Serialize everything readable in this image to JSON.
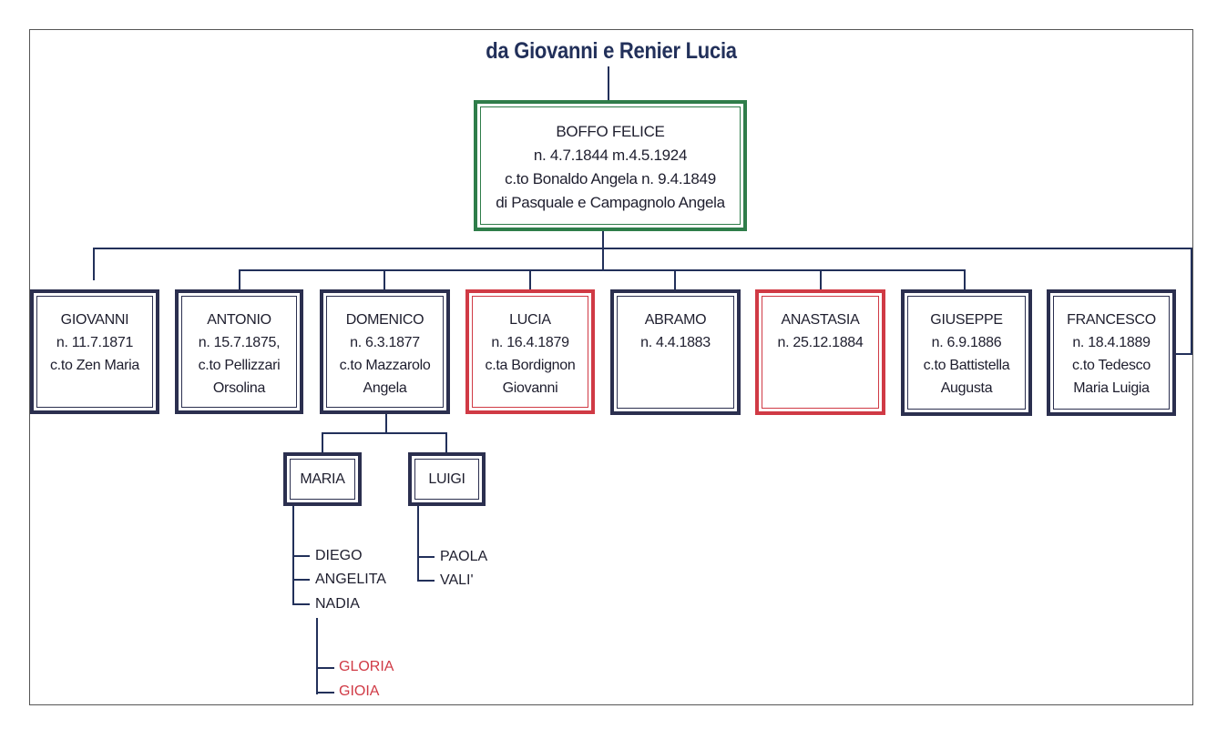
{
  "title": "da Giovanni e Renier Lucia",
  "root": {
    "name": "BOFFO FELICE",
    "lines": [
      "n. 4.7.1844  m.4.5.1924",
      "c.to Bonaldo Angela n. 9.4.1849",
      "di Pasquale e Campagnolo Angela"
    ]
  },
  "children": [
    {
      "name": "GIOVANNI",
      "lines": [
        "n. 11.7.1871",
        "c.to Zen Maria"
      ]
    },
    {
      "name": "ANTONIO",
      "lines": [
        "n. 15.7.1875,",
        "c.to Pellizzari",
        "Orsolina"
      ]
    },
    {
      "name": "DOMENICO",
      "lines": [
        "n. 6.3.1877",
        "c.to Mazzarolo",
        "Angela"
      ]
    },
    {
      "name": "LUCIA",
      "lines": [
        "n. 16.4.1879",
        "c.ta Bordignon",
        "Giovanni"
      ]
    },
    {
      "name": "ABRAMO",
      "lines": [
        "n. 4.4.1883"
      ]
    },
    {
      "name": "ANASTASIA",
      "lines": [
        "n. 25.12.1884"
      ]
    },
    {
      "name": "GIUSEPPE",
      "lines": [
        "n. 6.9.1886",
        "c.to Battistella",
        "Augusta"
      ]
    },
    {
      "name": "FRANCESCO",
      "lines": [
        "n. 18.4.1889",
        "c.to Tedesco",
        "Maria Luigia"
      ]
    }
  ],
  "grandchildren": [
    {
      "name": "MARIA",
      "children": [
        "DIEGO",
        "ANGELITA",
        "NADIA"
      ]
    },
    {
      "name": "LUIGI",
      "children": [
        "PAOLA",
        "VALI'"
      ]
    }
  ],
  "great_grandchildren": [
    "GLORIA",
    "GIOIA"
  ],
  "colors": {
    "line": "#22305a",
    "box_border": "#2b2f4f",
    "root_border": "#2f7d4a",
    "female_border": "#d03a45",
    "red_text": "#d03a45"
  }
}
